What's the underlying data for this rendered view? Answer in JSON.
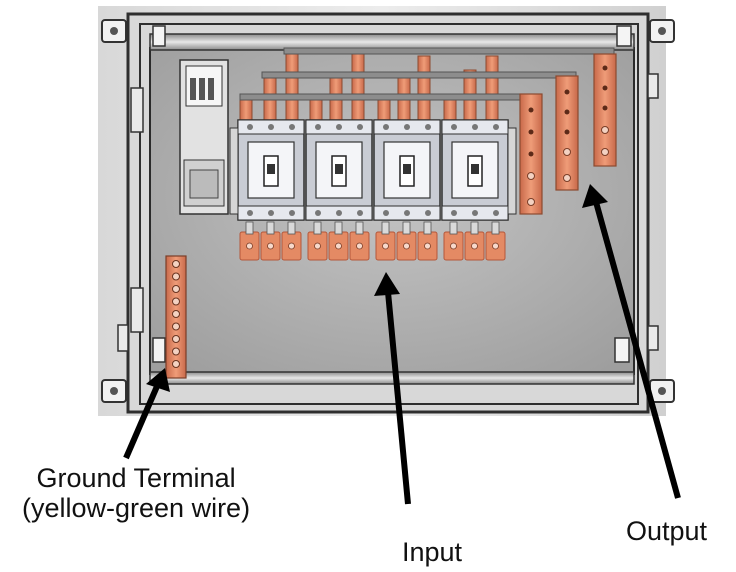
{
  "labels": {
    "ground_line1": "Ground Terminal",
    "ground_line2": "(yellow-green wire)",
    "input": "Input",
    "output": "Output"
  },
  "colors": {
    "copper": "#e48a64",
    "copper_dark": "#b4573a",
    "breaker_body": "#c9ccd4",
    "panel_gray": "#b4b4b4",
    "frame_dark": "#3a3a3a",
    "arrow": "#000000"
  },
  "breakers": {
    "count": 4
  }
}
